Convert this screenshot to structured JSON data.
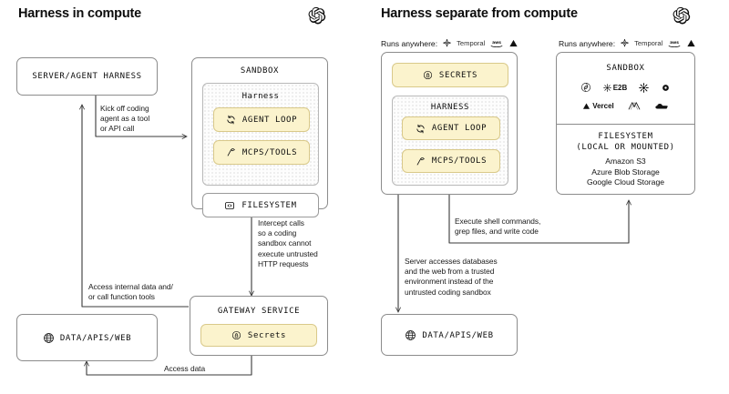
{
  "left": {
    "title": "Harness in compute",
    "logo": "openai-logo",
    "server_box": {
      "label": "SERVER/AGENT HARNESS"
    },
    "sandbox": {
      "title": "SANDBOX",
      "harness": {
        "title": "Harness",
        "items": [
          {
            "label": "AGENT LOOP",
            "icon": "refresh-loop-icon"
          },
          {
            "label": "MCPS/TOOLS",
            "icon": "hammer-tool-icon"
          }
        ]
      },
      "filesystem": {
        "label": "FILESYSTEM",
        "icon": "code-brackets-icon"
      }
    },
    "gateway": {
      "title": "GATEWAY SERVICE",
      "secrets": {
        "label": "Secrets",
        "icon": "lock-icon"
      }
    },
    "data_box": {
      "label": "DATA/APIS/WEB",
      "icon": "globe-icon"
    },
    "notes": {
      "kickoff": "Kick off coding\nagent as a tool\nor API call",
      "intercept": "Intercept calls\nso a coding\nsandbox cannot\nexecute untrusted\nHTTP requests",
      "access_internal": "Access internal data and/\nor call function tools",
      "access_data": "Access data"
    }
  },
  "right": {
    "title": "Harness separate from compute",
    "logo": "openai-logo",
    "runs_anywhere": {
      "label": "Runs anywhere:",
      "vendors": [
        {
          "name": "Temporal",
          "icon": "temporal-logo"
        },
        {
          "name": "aws",
          "icon": "aws-logo"
        },
        {
          "name": "",
          "icon": "triangle-logo"
        }
      ]
    },
    "harness_panel": {
      "secrets": {
        "label": "SECRETS",
        "icon": "lock-icon"
      },
      "harness": {
        "title": "HARNESS",
        "items": [
          {
            "label": "AGENT LOOP",
            "icon": "refresh-loop-icon"
          },
          {
            "label": "MCPS/TOOLS",
            "icon": "hammer-tool-icon"
          }
        ]
      }
    },
    "sandbox_panel": {
      "title": "SANDBOX",
      "providers_row1": [
        {
          "name": "",
          "icon": "openai-logo"
        },
        {
          "name": "E2B",
          "icon": "e2b-logo"
        },
        {
          "name": "",
          "icon": "daytona-logo"
        },
        {
          "name": "",
          "icon": "circle-dot-logo"
        }
      ],
      "providers_row2": [
        {
          "name": "Vercel",
          "icon": "vercel-logo"
        },
        {
          "name": "",
          "icon": "modal-logo"
        },
        {
          "name": "",
          "icon": "cloudflare-logo"
        }
      ],
      "filesystem_title": "FILESYSTEM\n(LOCAL OR MOUNTED)",
      "filesystem_list": "Amazon S3\nAzure Blob Storage\nGoogle Cloud Storage"
    },
    "data_box": {
      "label": "DATA/APIS/WEB",
      "icon": "globe-icon"
    },
    "notes": {
      "execute": "Execute shell commands,\ngrep files, and write code",
      "server_access": "Server accesses databases\nand the web from a trusted\nenvironment instead of the\nuntrusted coding sandbox"
    }
  },
  "colors": {
    "chip_fill": "#fbf3cd",
    "chip_border": "#d9c98a",
    "box_border": "#8c8c8c",
    "text": "#0d0d0d"
  }
}
